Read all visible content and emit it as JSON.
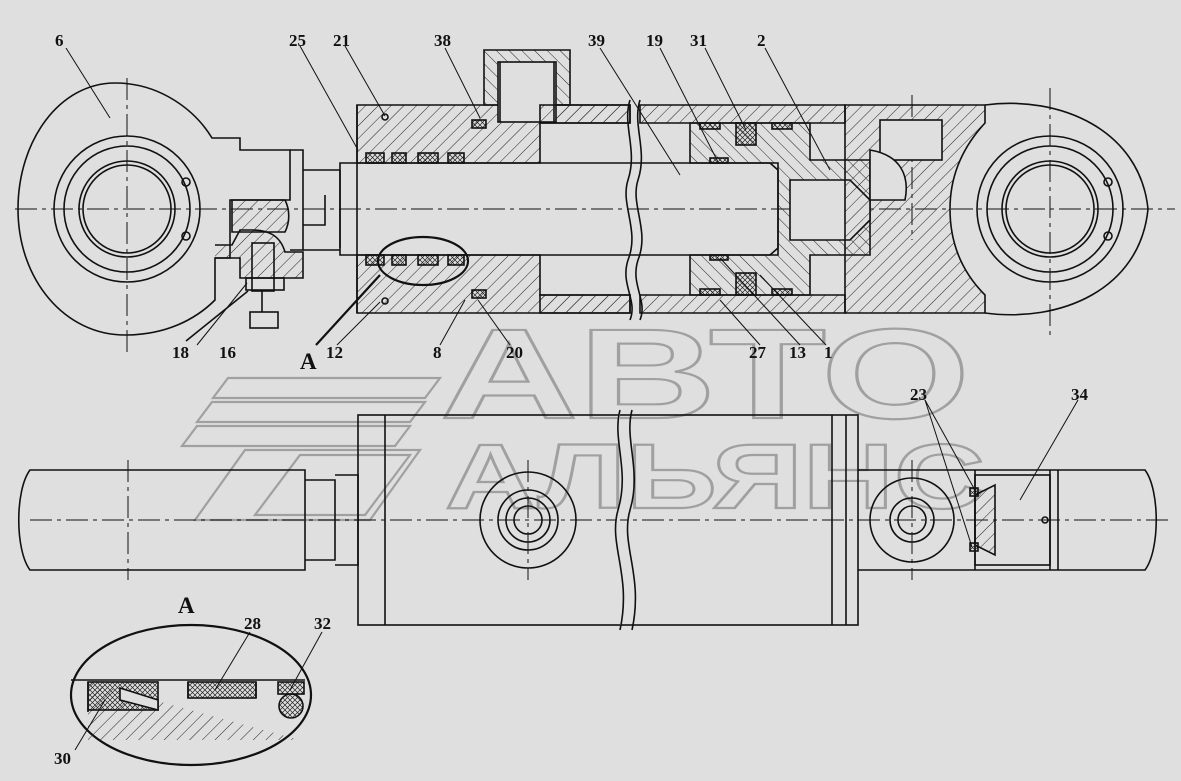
{
  "drawing": {
    "callouts": {
      "c6": "6",
      "c25": "25",
      "c21": "21",
      "c38": "38",
      "c39": "39",
      "c19": "19",
      "c31": "31",
      "c2": "2",
      "c18": "18",
      "c16": "16",
      "c12": "12",
      "c8": "8",
      "c20": "20",
      "c27": "27",
      "c13": "13",
      "c1": "1",
      "c23": "23",
      "c34": "34",
      "c28": "28",
      "c32": "32",
      "c30": "30"
    },
    "section_label": "A",
    "detail_label": "A"
  },
  "watermark": {
    "line1": "АВТО",
    "line2": "АЛЬЯНС"
  },
  "colors": {
    "background": "#dfdfdf",
    "ink": "#111111",
    "watermark": "#9a9a9a"
  }
}
